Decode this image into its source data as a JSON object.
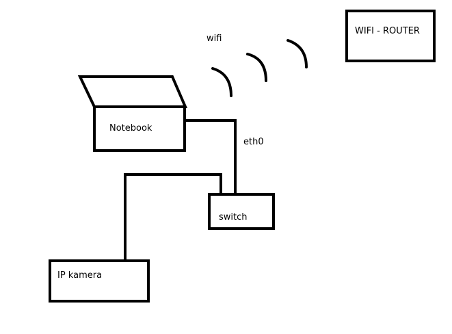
{
  "diagram": {
    "wifi_label": "wifi",
    "router_label": "WIFI - ROUTER",
    "notebook_label": "Notebook",
    "eth0_label": "eth0",
    "switch_label": "switch",
    "camera_label": "IP kamera",
    "stroke_color": "#000000",
    "background_color": "#ffffff"
  }
}
